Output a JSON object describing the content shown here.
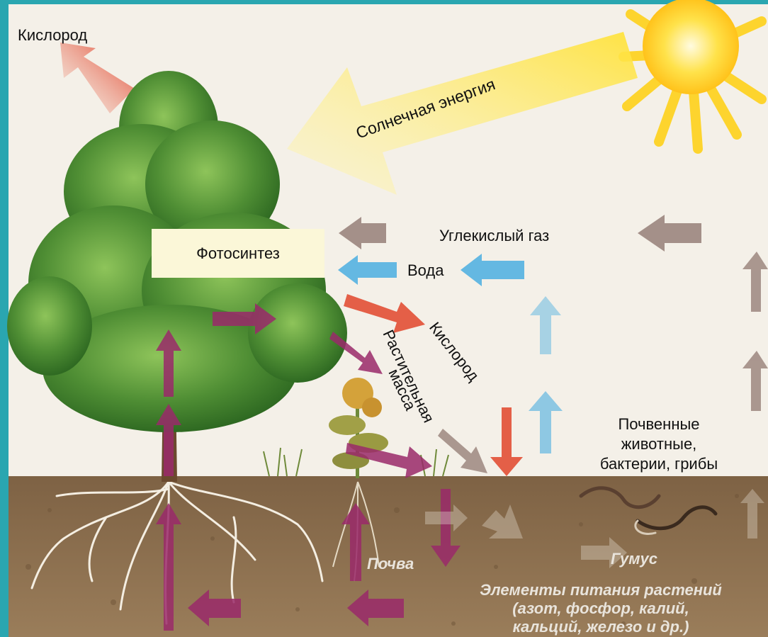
{
  "labels": {
    "oxygen_top": "Кислород",
    "solar_energy": "Солнечная энергия",
    "photosynthesis": "Фотосинтез",
    "co2": "Углекислый газ",
    "water": "Вода",
    "oxygen_mid": "Кислород",
    "plant_mass_line1": "Растительная",
    "plant_mass_line2": "масса",
    "soil_animals_line1": "Почвенные",
    "soil_animals_line2": "животные,",
    "soil_animals_line3": "бактерии, грибы",
    "soil": "Почва",
    "humus": "Гумус",
    "nutrients_line1": "Элементы питания растений",
    "nutrients_line2": "(азот, фосфор, калий,",
    "nutrients_line3": "кальций, железо и др.)"
  },
  "colors": {
    "frame": "#2aa6b0",
    "paper": "#f4f0e8",
    "soil": "#8b6d4c",
    "oxygen_arrow": "#e0452a",
    "water_arrow": "#4aaee0",
    "co2_arrow": "#8a706a",
    "matter_arrow": "#9a2a6a",
    "sun": "#ffd21a",
    "foliage": "#4f8e34"
  }
}
